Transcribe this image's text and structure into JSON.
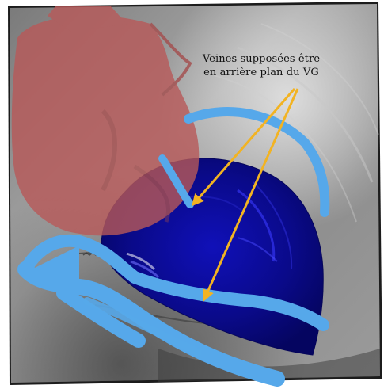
{
  "annotation": {
    "line1": "Veines supposées être",
    "line2": "en arrière plan du VG"
  },
  "colors": {
    "vein_overlay": "#56a8ea",
    "ventricle_fill": "#0b0c8f",
    "atrium_overlay": "#b85959",
    "arrow": "#f2b322",
    "xray_bg": "#8a8a8a",
    "border": "#2a2a2a"
  },
  "icons": {
    "arrow": "annotation-arrow"
  }
}
